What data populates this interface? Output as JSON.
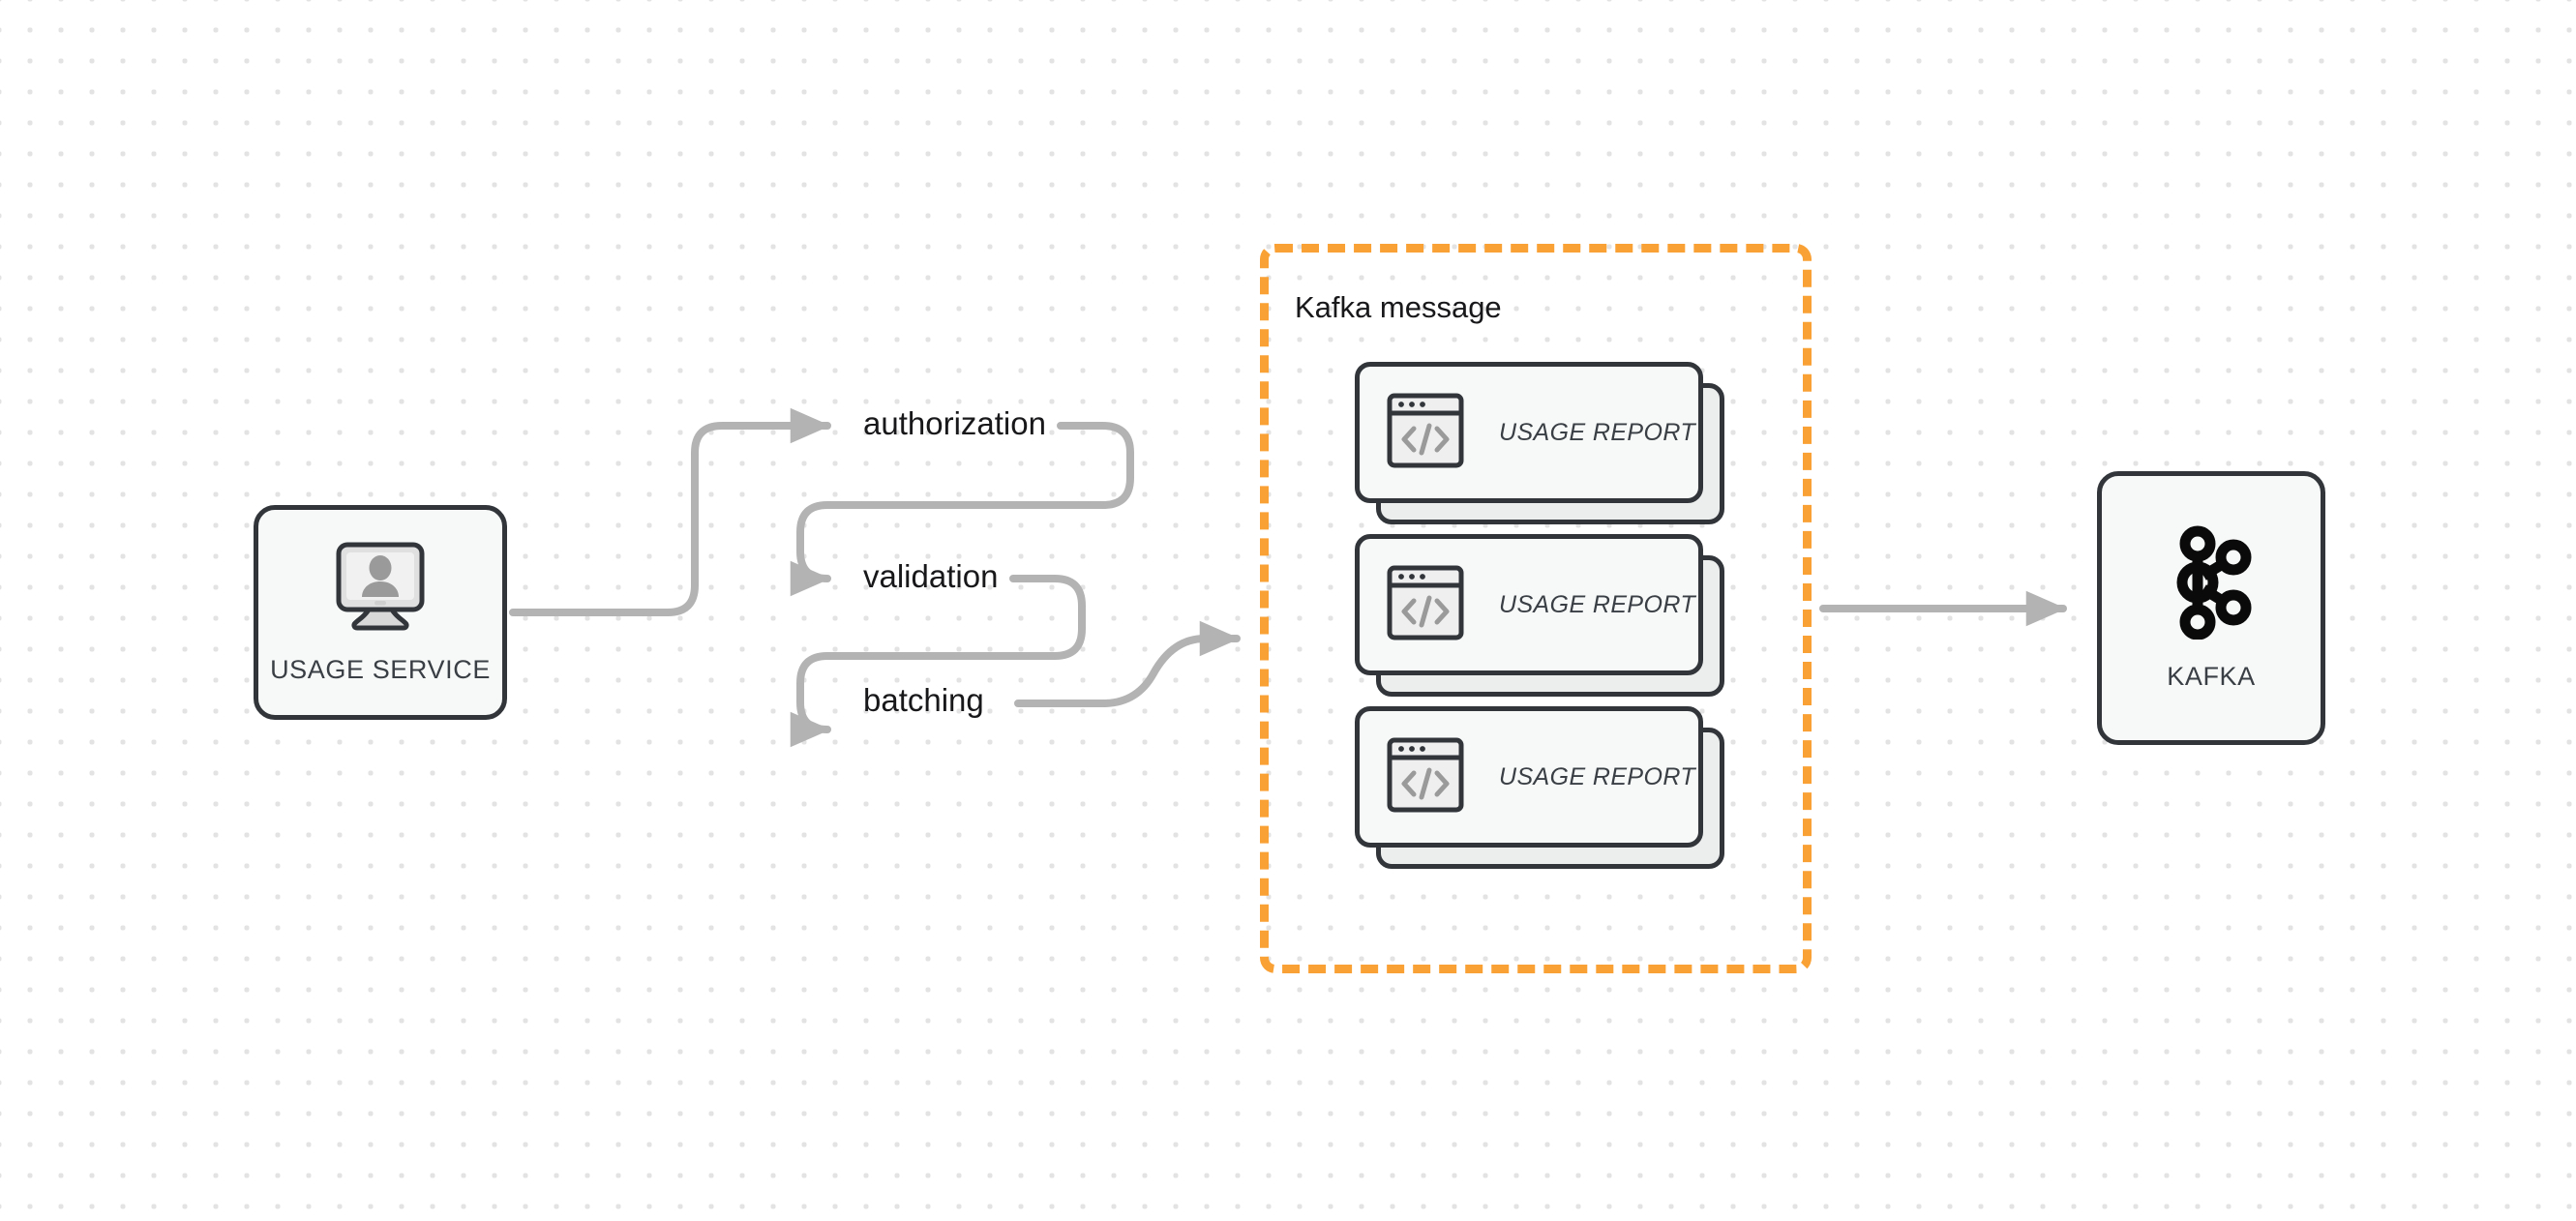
{
  "diagram": {
    "background": "dotted-grid",
    "colors": {
      "node_border": "#32363b",
      "node_fill": "#f7f9f8",
      "edge": "#b3b3b3",
      "group_border": "#f9a134",
      "text": "#18181b"
    },
    "nodes": [
      {
        "id": "usage-service",
        "label": "USAGE SERVICE",
        "icon": "monitor-user-icon"
      },
      {
        "id": "kafka",
        "label": "KAFKA",
        "icon": "kafka-logo-icon"
      }
    ],
    "steps": [
      {
        "id": "authorization",
        "label": "authorization"
      },
      {
        "id": "validation",
        "label": "validation"
      },
      {
        "id": "batching",
        "label": "batching"
      }
    ],
    "group": {
      "id": "kafka-message",
      "title": "Kafka message",
      "border_style": "dashed",
      "border_color": "#f9a134",
      "cards": [
        {
          "label": "USAGE REPORT",
          "icon": "code-window-icon"
        },
        {
          "label": "USAGE REPORT",
          "icon": "code-window-icon"
        },
        {
          "label": "USAGE REPORT",
          "icon": "code-window-icon"
        }
      ]
    },
    "edges": [
      {
        "from": "usage-service",
        "to": "authorization"
      },
      {
        "from": "authorization",
        "to": "validation"
      },
      {
        "from": "validation",
        "to": "batching"
      },
      {
        "from": "batching",
        "to": "kafka-message"
      },
      {
        "from": "kafka-message",
        "to": "kafka"
      }
    ]
  }
}
